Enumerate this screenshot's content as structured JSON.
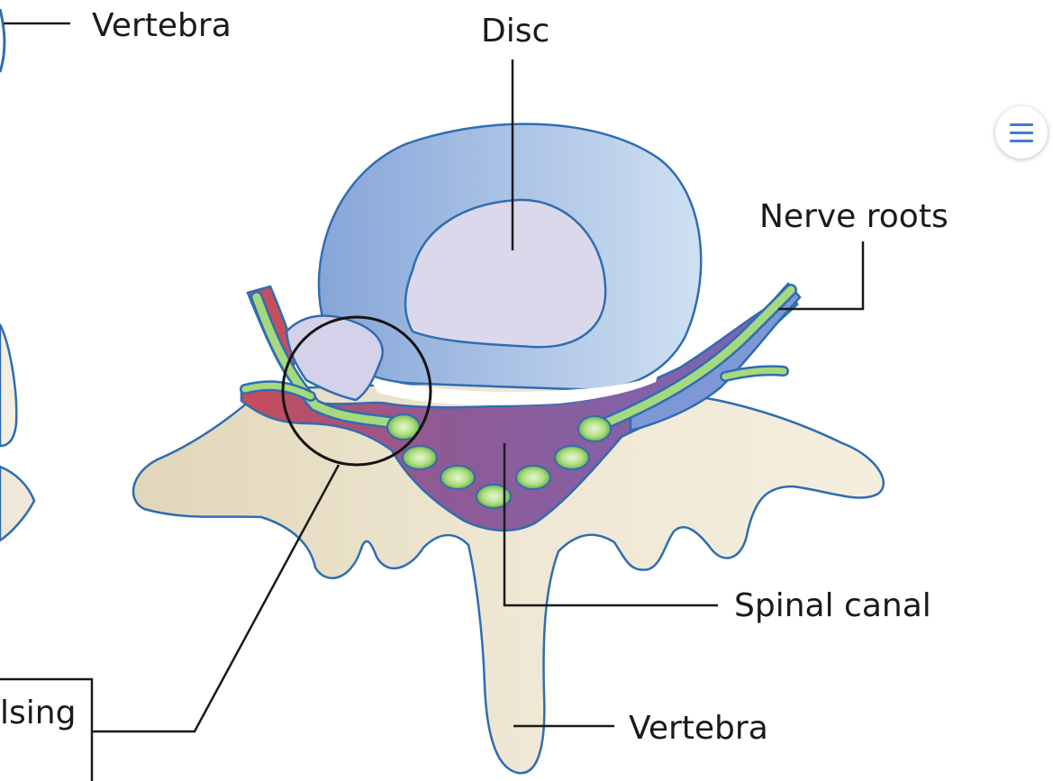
{
  "diagram": {
    "labels": {
      "vertebra_top": "Vertebra",
      "disc": "Disc",
      "nerve_roots": "Nerve roots",
      "spinal_canal": "Spinal canal",
      "vertebra_bottom": "Vertebra",
      "bulging_partial": "lsing"
    }
  },
  "ui": {
    "menu_icon": "hamburger-menu-icon"
  },
  "colors": {
    "bone": "#efe7d3",
    "bone_outline": "#2f6db1",
    "disc_outer": "#9bb6de",
    "disc_inner": "#d9d6eb",
    "canal": "#7b5a9e",
    "canal_red": "#c44f5e",
    "nerve": "#7fc35a",
    "accent": "#3f7bd6"
  }
}
